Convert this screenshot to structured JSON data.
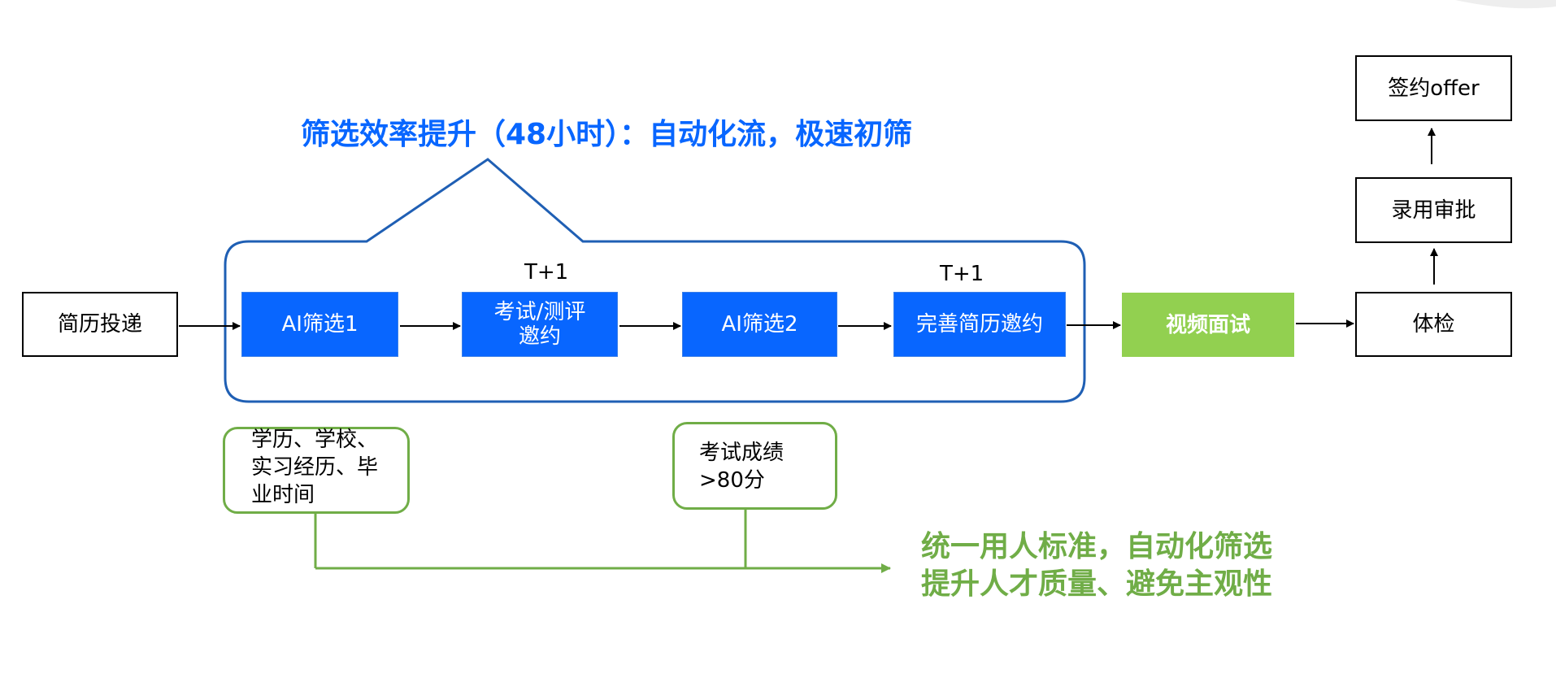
{
  "headline": "筛选效率提升（48小时）：自动化流，极速初筛",
  "steps": {
    "resume_submit": "简历投递",
    "ai_screen_1": "AI筛选1",
    "exam_invite_line1": "考试/测评",
    "exam_invite_line2": "邀约",
    "ai_screen_2": "AI筛选2",
    "complete_resume_invite": "完善简历邀约",
    "video_interview": "视频面试",
    "medical_check": "体检",
    "hiring_approval": "录用审批",
    "sign_offer": "签约offer"
  },
  "timing_labels": {
    "exam_invite": "T+1",
    "complete_resume": "T+1"
  },
  "notes": {
    "ai_screen_1_criteria_line1": "学历、学校、",
    "ai_screen_1_criteria_line2": "实习经历、毕",
    "ai_screen_1_criteria_line3": "业时间",
    "ai_screen_2_criteria_line1": "考试成绩",
    "ai_screen_2_criteria_line2": ">80分"
  },
  "conclusion": {
    "line1": "统一用人标准，自动化筛选",
    "line2": "提升人才质量、避免主观性"
  },
  "colors": {
    "primary_blue": "#0866ff",
    "video_green": "#92d050",
    "note_green": "#70ad47",
    "border_dark": "#000000"
  }
}
